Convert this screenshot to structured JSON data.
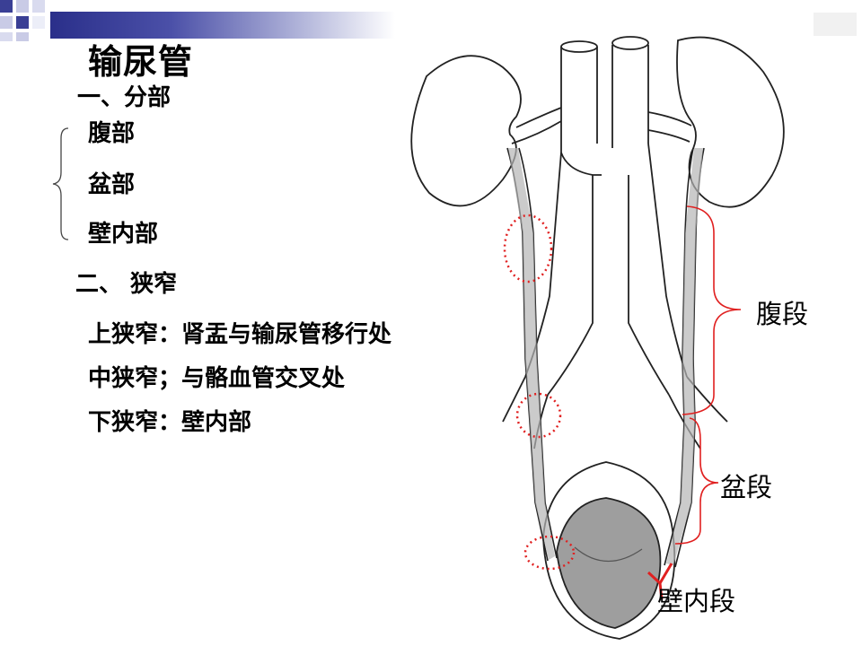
{
  "slide": {
    "title": "输尿管",
    "section1": {
      "heading": "一、分部",
      "items": [
        "腹部",
        "盆部",
        "壁内部"
      ]
    },
    "section2": {
      "heading": "二、 狭窄",
      "items": [
        "上狭窄：肾盂与输尿管移行处",
        "中狭窄；与骼血管交叉处",
        "下狭窄：壁内部"
      ]
    }
  },
  "figure": {
    "labels": {
      "abdominal": "腹段",
      "pelvic": "盆段",
      "intramural": "壁内段"
    },
    "marker_color": "#e02020",
    "bracket_color": "#e02020"
  },
  "colors": {
    "accent_dark": "#2a2f8a",
    "accent_light": "#b8bbdd"
  }
}
